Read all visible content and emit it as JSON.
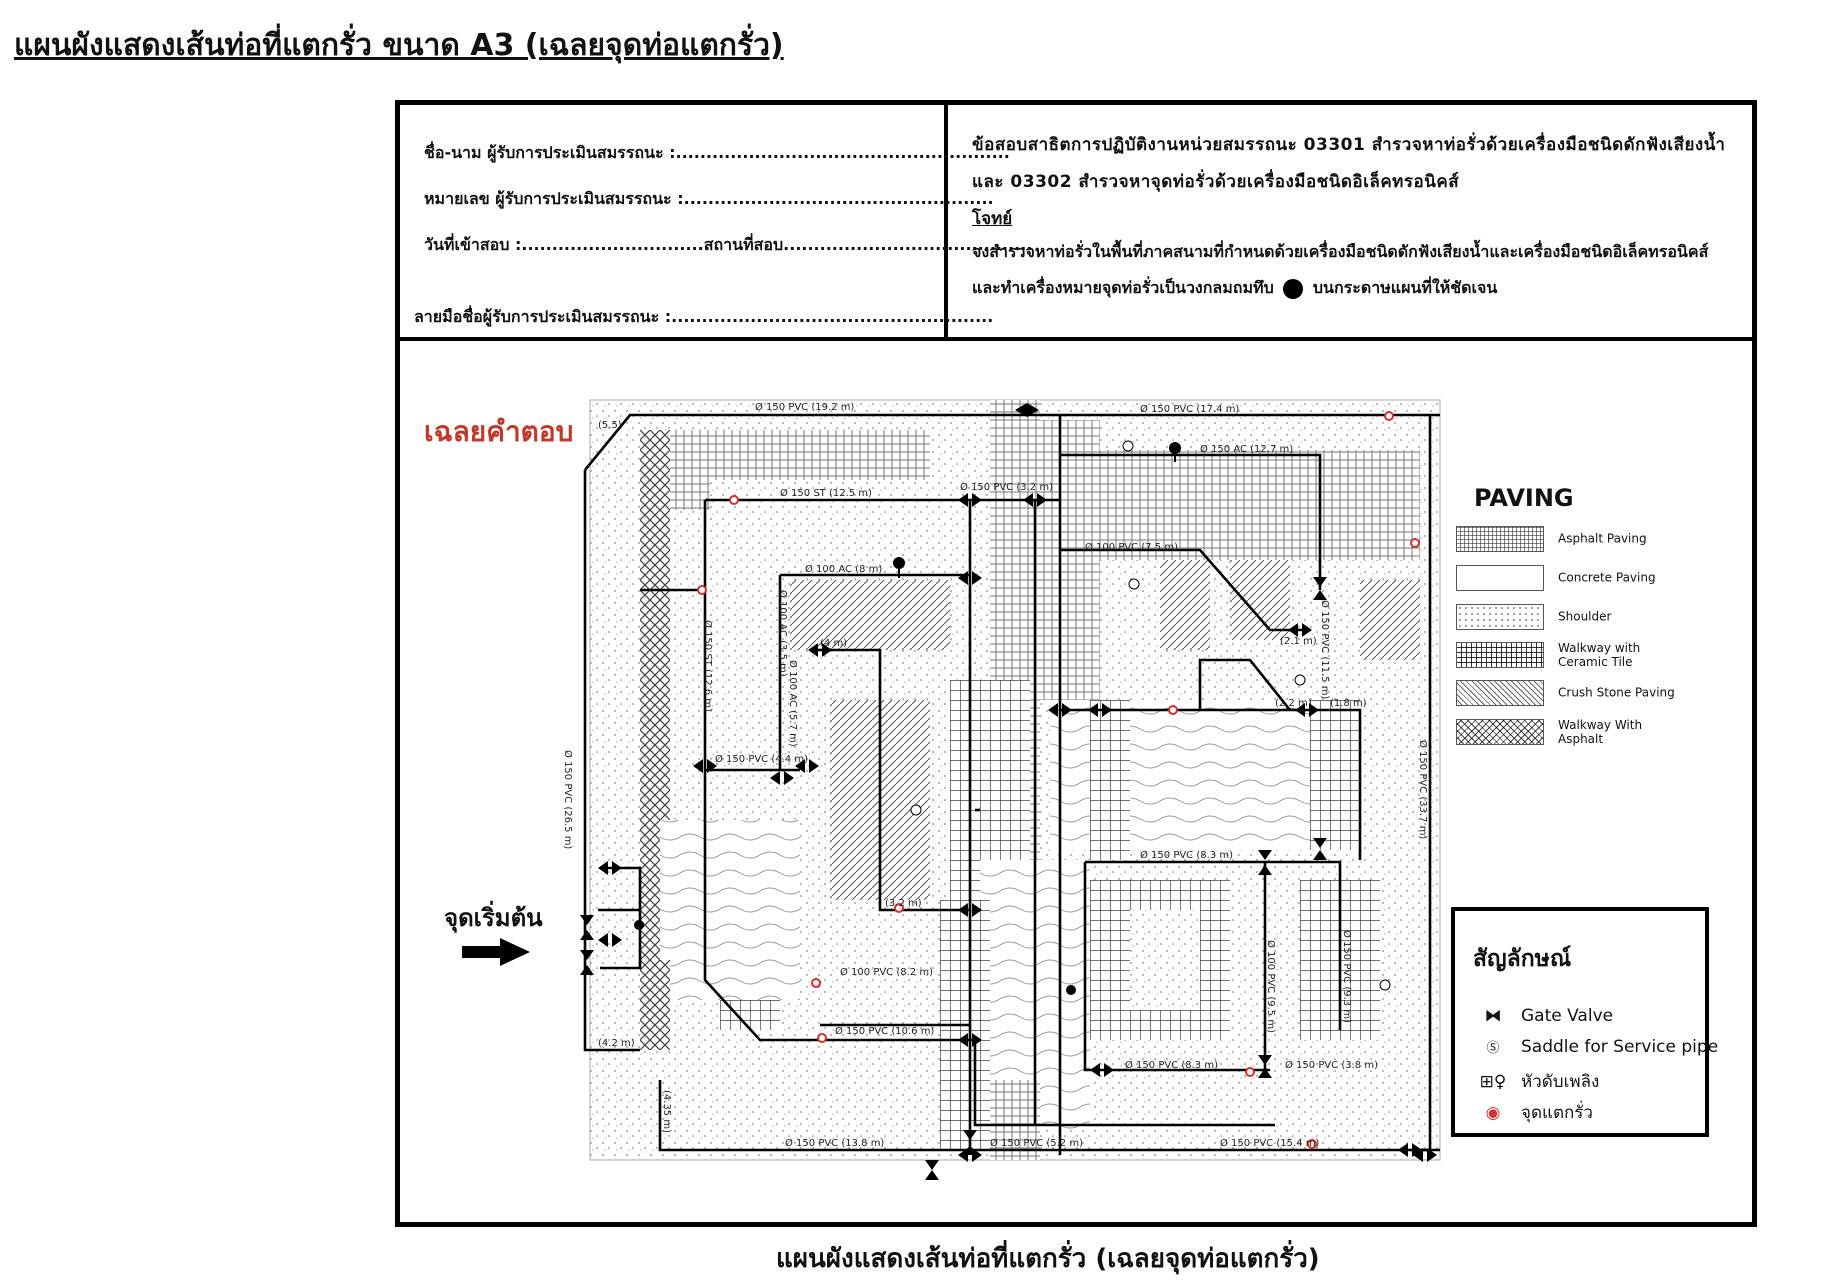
{
  "page_title": "แผนผังแสดงเส้นท่อที่แตกรั่ว ขนาด A3 (เฉลยจุดท่อแตกรั่ว)",
  "form": {
    "name": "ชื่อ-นาม ผู้รับการประเมินสมรรถนะ :.......................................................",
    "id": "หมายเลข ผู้รับการประเมินสมรรถนะ :...................................................",
    "date_place": "วันที่เข้าสอบ :..............................สถานที่สอบ.........................................",
    "signature": "ลายมือชื่อผู้รับการประเมินสมรรถนะ :....................................................."
  },
  "task": {
    "text": "ข้อสอบสาธิตการปฏิบัติงานหน่วยสมรรถนะ 03301 สำรวจหาท่อรั่วด้วยเครื่องมือชนิดดักฟังเสียงน้ำ และ 03302 สำรวจหาจุดท่อรั่วด้วยเครื่องมือชนิดอิเล็คทรอนิคส์",
    "subject": "โจทย์",
    "order_before": "จงสำรวจหาท่อรั่วในพื้นที่ภาคสนามที่กำหนดด้วยเครื่องมือชนิดดักฟังเสียงน้ำและเครื่องมือชนิดอิเล็คทรอนิคส์ และทำเครื่องหมายจุดท่อรั่วเป็นวงกลมถมทึบ",
    "order_after": "บนกระดาษแผนที่ให้ชัดเจน"
  },
  "answer_label": "เฉลยคำตอบ",
  "start_label": "จุดเริ่มต้น",
  "pipe_labels": [
    "Ø 150 PVC (19.2 m)",
    "Ø 150 PVC (17.4 m)",
    "Ø 150 AC (12.7 m)",
    "Ø 150 ST (12.5 m)",
    "Ø 150 PVC (3.2 m)",
    "Ø 100 AC (8 m)",
    "Ø 100 PVC (7.5 m)",
    "(4 m)",
    "Ø 150 PVC (26.5 m)",
    "Ø 150 ST (12.6 m)",
    "Ø 150 PVC (4.4 m)",
    "Ø 150 PVC (33.7 m)",
    "Ø 150 PVC (8.3 m)",
    "Ø 100 PVC (8.2 m)",
    "Ø 150 PVC (10.6 m)",
    "Ø 150 PVC (8.3 m)",
    "Ø 150 PVC (3.8 m)",
    "Ø 150 PVC (13.8 m)",
    "Ø 150 PVC (5.2 m)",
    "Ø 150 PVC (15.4 m)",
    "(4.2 m)",
    "(4.35 m)",
    "(2.1 m)",
    "(2.2 m)",
    "(1.8 m)",
    "(3.2 m)",
    "Ø 100 AC (3.5 m)",
    "Ø 100 AC (5.7 m)",
    "Ø 100 PVC (9.5 m)",
    "Ø 150 PVC (9.3 m)",
    "Ø 150 PVC (11.5 m)",
    "(5.5)"
  ],
  "paving": {
    "title": "PAVING",
    "items": [
      "Asphalt Paving",
      "Concrete Paving",
      "Shoulder",
      "Walkway with Ceramic Tile",
      "Crush Stone Paving",
      "Walkway With Asphalt"
    ]
  },
  "legend": {
    "title": "สัญลักษณ์",
    "gate_valve": "Gate Valve",
    "saddle": "Saddle for Service pipe",
    "hydrant": "หัวดับเพลิง",
    "leak": "จุดแตกรั่ว"
  },
  "bottom_caption": "แผนผังแสดงเส้นท่อที่แตกรั่ว (เฉลยจุดท่อแตกรั่ว)",
  "colors": {
    "leak": "#d32f2f",
    "answer": "#c0392b",
    "pipe": "#000000"
  }
}
